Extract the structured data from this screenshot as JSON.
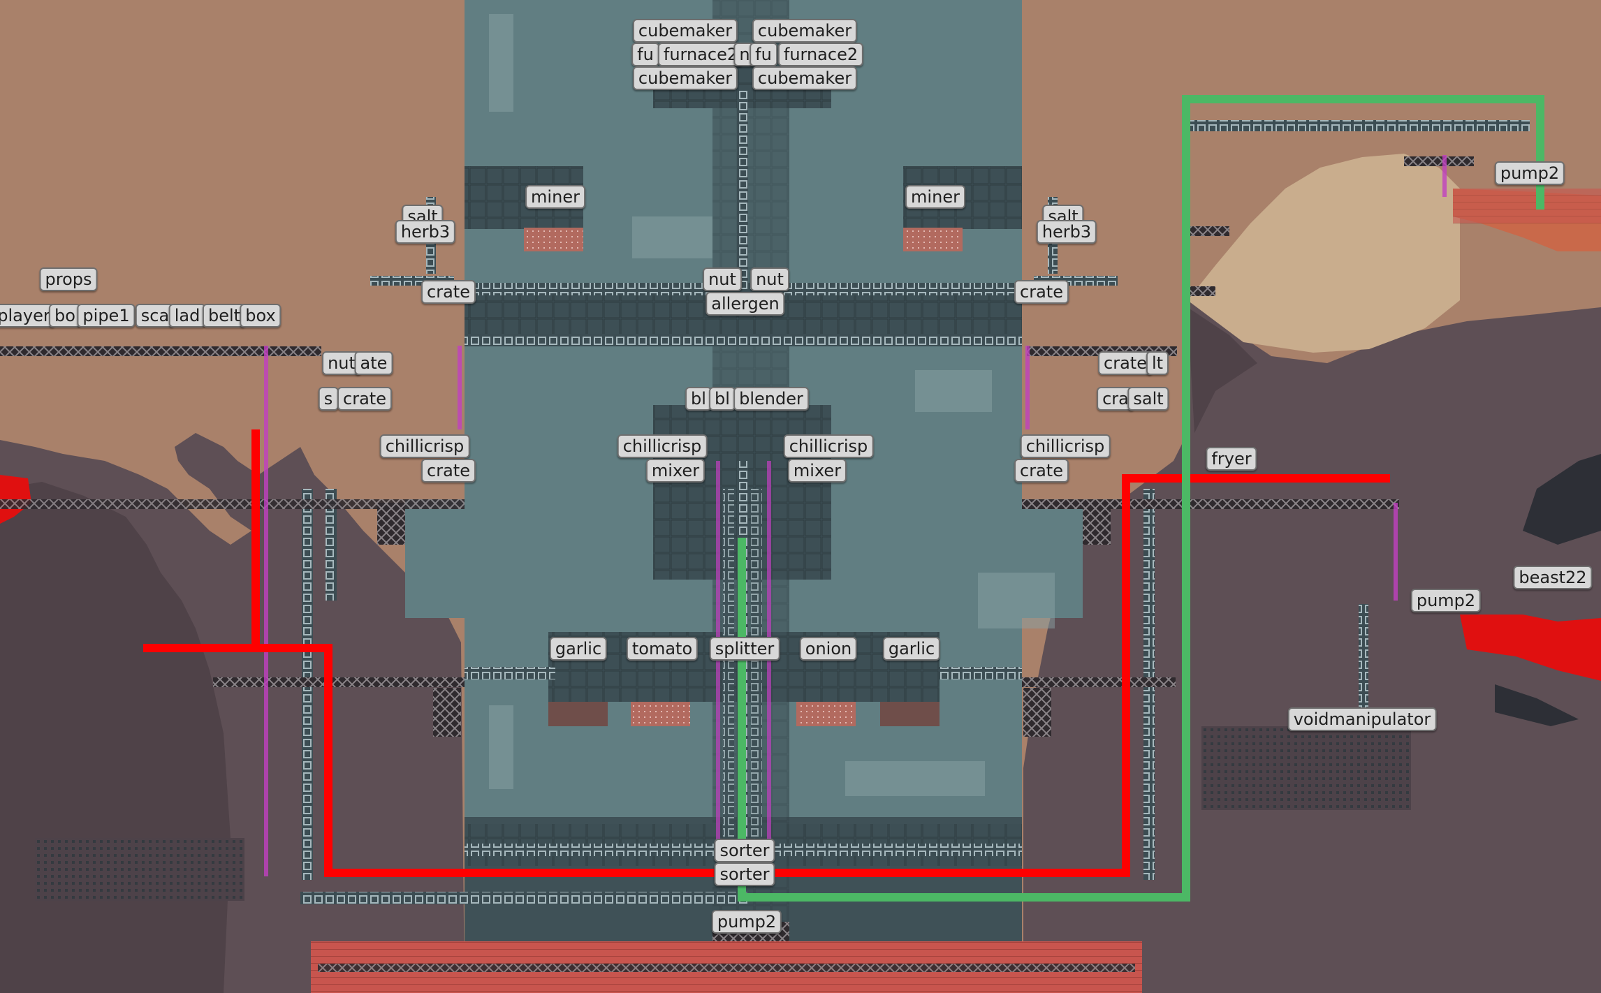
{
  "colors": {
    "dirt": "#a9816a",
    "sand": "#c9ad8d",
    "rock": "#5e4f55",
    "rock_dark": "#4a3e44",
    "base_wall": "#617e82",
    "base_dark": "#3f5157",
    "lava": "#e01010",
    "brick": "#c8554e",
    "selection_red": "#ff0000",
    "selection_green": "#4cb865",
    "label_bg": "#d8d8d8",
    "label_text": "#1f1f1f",
    "conduit": "#c040c0"
  },
  "labels": [
    {
      "id": "cubemaker-1",
      "text": "cubemaker"
    },
    {
      "id": "cubemaker-2",
      "text": "cubemaker"
    },
    {
      "id": "fu-1",
      "text": "fu"
    },
    {
      "id": "furnace2-1",
      "text": "furnace2"
    },
    {
      "id": "n-1",
      "text": "n"
    },
    {
      "id": "fu-2",
      "text": "fu"
    },
    {
      "id": "furnace2-2",
      "text": "furnace2"
    },
    {
      "id": "cubemaker-3",
      "text": "cubemaker"
    },
    {
      "id": "cubemaker-4",
      "text": "cubemaker"
    },
    {
      "id": "pump2-1",
      "text": "pump2"
    },
    {
      "id": "miner-1",
      "text": "miner"
    },
    {
      "id": "miner-2",
      "text": "miner"
    },
    {
      "id": "salt-1",
      "text": "salt"
    },
    {
      "id": "salt-2",
      "text": "salt"
    },
    {
      "id": "herb3-1",
      "text": "herb3"
    },
    {
      "id": "herb3-2",
      "text": "herb3"
    },
    {
      "id": "props-1",
      "text": "props"
    },
    {
      "id": "nut-1",
      "text": "nut"
    },
    {
      "id": "nut-2",
      "text": "nut"
    },
    {
      "id": "allergen-1",
      "text": "allergen"
    },
    {
      "id": "crate-1",
      "text": "crate"
    },
    {
      "id": "crate-2",
      "text": "crate"
    },
    {
      "id": "player-1",
      "text": "player"
    },
    {
      "id": "bo-1",
      "text": "bo"
    },
    {
      "id": "pipe1-1",
      "text": "pipe1"
    },
    {
      "id": "sca-1",
      "text": "sca"
    },
    {
      "id": "lad-1",
      "text": "lad"
    },
    {
      "id": "belt-1",
      "text": "belt"
    },
    {
      "id": "box-1",
      "text": "box"
    },
    {
      "id": "nut-3",
      "text": "nut"
    },
    {
      "id": "ate-1",
      "text": "ate"
    },
    {
      "id": "crate-3",
      "text": "crate"
    },
    {
      "id": "lt-1",
      "text": "lt"
    },
    {
      "id": "s-1",
      "text": "s"
    },
    {
      "id": "crate-4",
      "text": "crate"
    },
    {
      "id": "cra-1",
      "text": "cra"
    },
    {
      "id": "salt-3",
      "text": "salt"
    },
    {
      "id": "bl-1",
      "text": "bl"
    },
    {
      "id": "bl-2",
      "text": "bl"
    },
    {
      "id": "blender-1",
      "text": "blender"
    },
    {
      "id": "chillicrisp-1",
      "text": "chillicrisp"
    },
    {
      "id": "chillicrisp-2",
      "text": "chillicrisp"
    },
    {
      "id": "chillicrisp-3",
      "text": "chillicrisp"
    },
    {
      "id": "chillicrisp-4",
      "text": "chillicrisp"
    },
    {
      "id": "fryer-1",
      "text": "fryer"
    },
    {
      "id": "crate-5",
      "text": "crate"
    },
    {
      "id": "mixer-1",
      "text": "mixer"
    },
    {
      "id": "mixer-2",
      "text": "mixer"
    },
    {
      "id": "crate-6",
      "text": "crate"
    },
    {
      "id": "beast22-1",
      "text": "beast22"
    },
    {
      "id": "pump2-2",
      "text": "pump2"
    },
    {
      "id": "garlic-1",
      "text": "garlic"
    },
    {
      "id": "tomato-1",
      "text": "tomato"
    },
    {
      "id": "splitter-1",
      "text": "splitter"
    },
    {
      "id": "onion-1",
      "text": "onion"
    },
    {
      "id": "garlic-2",
      "text": "garlic"
    },
    {
      "id": "voidmanipulator-1",
      "text": "voidmanipulator"
    },
    {
      "id": "sorter-1",
      "text": "sorter"
    },
    {
      "id": "sorter-2",
      "text": "sorter"
    },
    {
      "id": "pump2-3",
      "text": "pump2"
    }
  ]
}
